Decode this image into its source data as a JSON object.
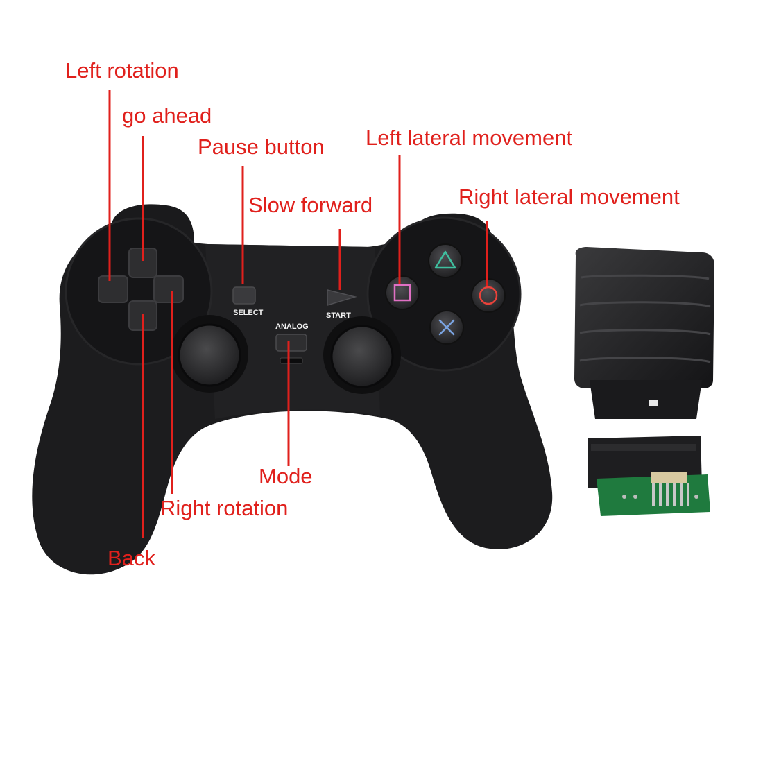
{
  "colors": {
    "label": "#e0201c",
    "body": "#1c1c1e",
    "triangle": "#3fbf9f",
    "circle": "#e8423a",
    "cross": "#7aa3e0",
    "square": "#e070c4"
  },
  "labels": {
    "left_rotation": "Left rotation",
    "go_ahead": "go ahead",
    "pause_button": "Pause button",
    "slow_forward": "Slow forward",
    "left_lateral": "Left lateral movement",
    "right_lateral": "Right lateral movement",
    "mode": "Mode",
    "right_rotation": "Right rotation",
    "back": "Back"
  },
  "controller": {
    "select": "SELECT",
    "start": "START",
    "analog": "ANALOG"
  }
}
